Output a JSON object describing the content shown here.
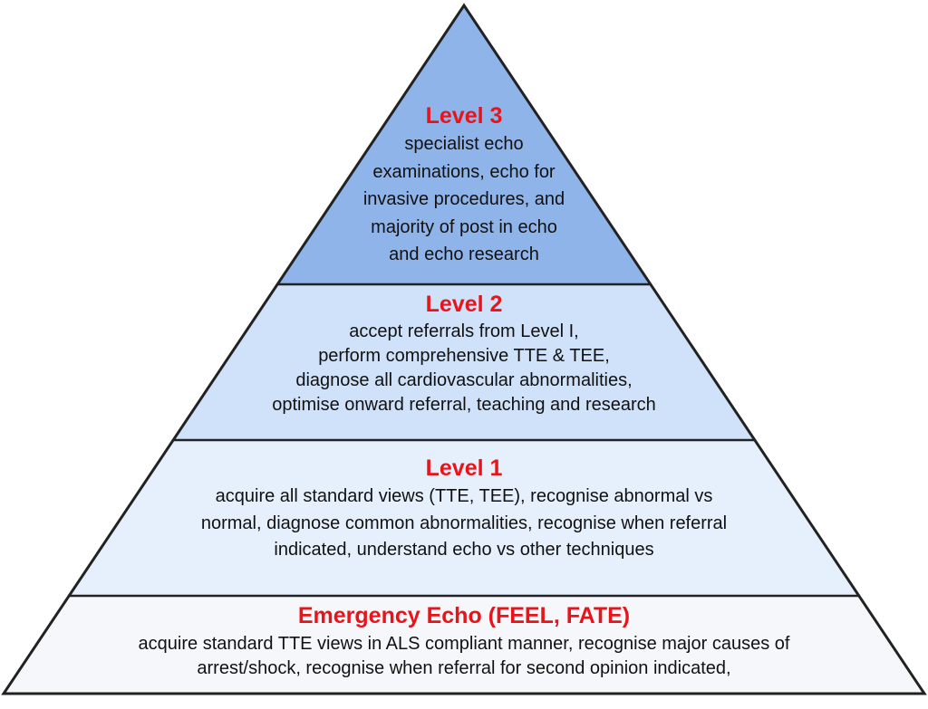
{
  "colors": {
    "title": "#e8141a",
    "text": "#111111",
    "outline": "#222222",
    "level3_fill": "#8fb4ea",
    "level2_fill": "#cfe2fa",
    "level1_fill": "#e6f0fc",
    "emergency_fill": "#f5f7fa"
  },
  "tiers": [
    {
      "title": "Level 3",
      "description": "specialist echo\nexaminations, echo for\ninvasive procedures, and\nmajority of post in echo\nand echo research"
    },
    {
      "title": "Level 2",
      "description": "accept referrals from Level I,\nperform  comprehensive TTE & TEE,\ndiagnose all cardiovascular abnormalities,\noptimise onward referral, teaching and research"
    },
    {
      "title": "Level 1",
      "description": "acquire all standard views (TTE, TEE), recognise abnormal vs\nnormal, diagnose common abnormalities, recognise when referral\nindicated, understand echo vs other techniques"
    },
    {
      "title": "Emergency Echo (FEEL, FATE)",
      "description": "acquire  standard TTE views in ALS compliant manner, recognise major causes of\narrest/shock, recognise when referral for second opinion indicated,"
    }
  ]
}
